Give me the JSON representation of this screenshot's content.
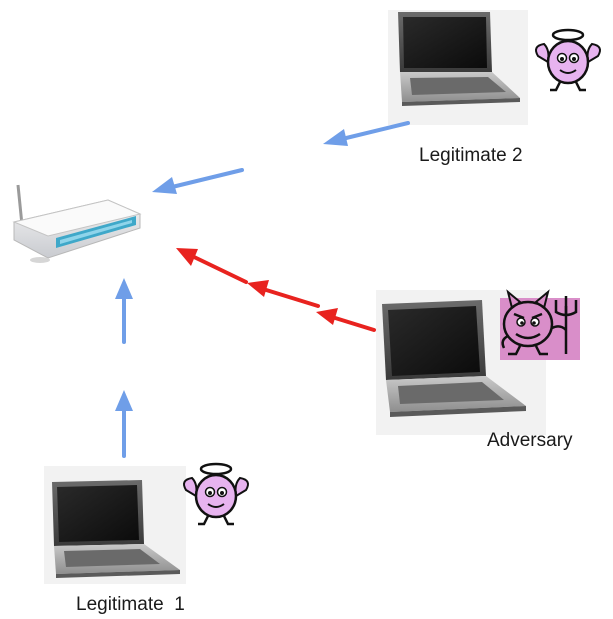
{
  "nodes": {
    "router": {
      "icon": "wireless-router-icon"
    },
    "legit2": {
      "label": "Legitimate 2",
      "laptop_icon": "laptop-icon",
      "character_icon": "angel-icon"
    },
    "adversary": {
      "label": "Adversary",
      "laptop_icon": "laptop-icon",
      "character_icon": "devil-icon"
    },
    "legit1": {
      "label": "Legitimate  1",
      "laptop_icon": "laptop-icon",
      "character_icon": "angel-icon"
    }
  },
  "colors": {
    "legit_arrow": "#6f9ee8",
    "adversary_arrow": "#e8231f",
    "angel": "#e7b3ef",
    "devil": "#d98ec9",
    "router_accent": "#3fa8c9"
  }
}
